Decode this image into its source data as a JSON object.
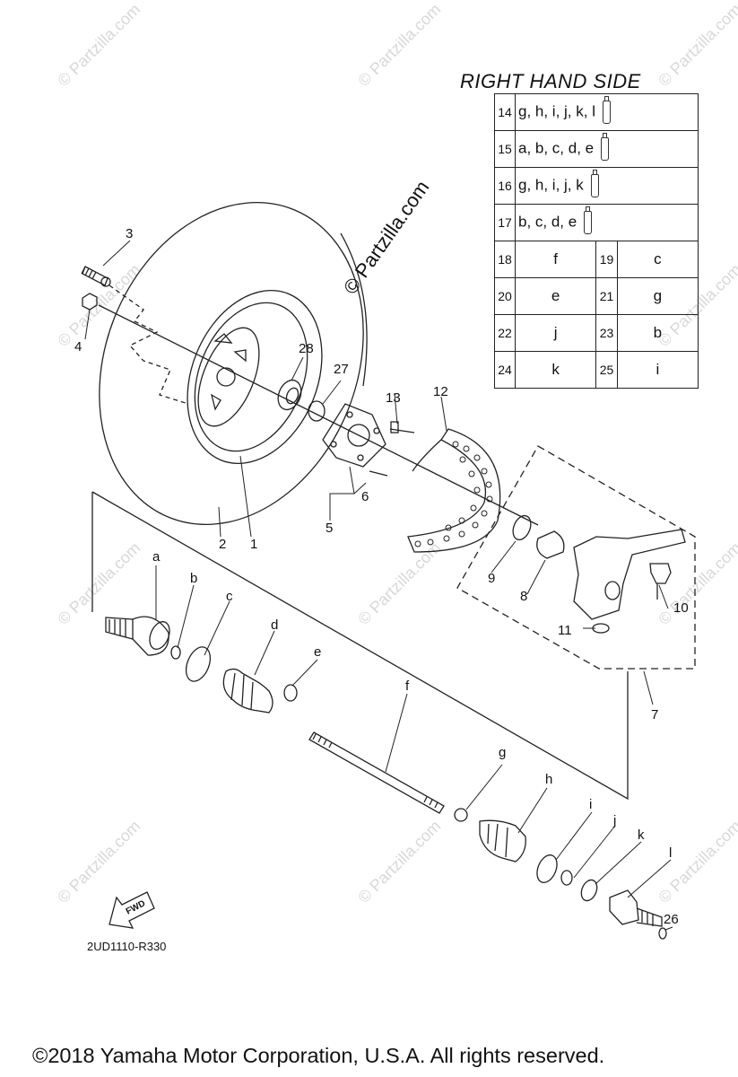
{
  "table": {
    "title": "RIGHT HAND SIDE",
    "wide_rows": [
      {
        "num": "14",
        "letters": "g, h, i, j, k, l"
      },
      {
        "num": "15",
        "letters": "a, b, c, d, e"
      },
      {
        "num": "16",
        "letters": "g, h, i, j, k"
      },
      {
        "num": "17",
        "letters": "b, c, d, e"
      }
    ],
    "pair_rows": [
      {
        "n1": "18",
        "v1": "f",
        "n2": "19",
        "v2": "c"
      },
      {
        "n1": "20",
        "v1": "e",
        "n2": "21",
        "v2": "g"
      },
      {
        "n1": "22",
        "v1": "j",
        "n2": "23",
        "v2": "b"
      },
      {
        "n1": "24",
        "v1": "k",
        "n2": "25",
        "v2": "i"
      }
    ]
  },
  "callouts": {
    "c1": "1",
    "c2": "2",
    "c3": "3",
    "c4": "4",
    "c5": "5",
    "c6": "6",
    "c7": "7",
    "c8": "8",
    "c9": "9",
    "c10": "10",
    "c11": "11",
    "c12": "12",
    "c13": "13",
    "c26": "26",
    "c27": "27",
    "c28": "28",
    "a": "a",
    "b": "b",
    "c": "c",
    "d": "d",
    "e": "e",
    "f": "f",
    "g": "g",
    "h": "h",
    "i": "i",
    "j": "j",
    "k": "k",
    "l": "l"
  },
  "fwd_label": "FWD",
  "diagram_code": "2UD1110-R330",
  "watermark": "© Partzilla.com",
  "copyright": "©2018 Yamaha Motor Corporation, U.S.A. All rights reserved.",
  "icons": {
    "sealant_tube": "sealant-tube-icon",
    "forward_arrow": "fwd-arrow-icon"
  }
}
